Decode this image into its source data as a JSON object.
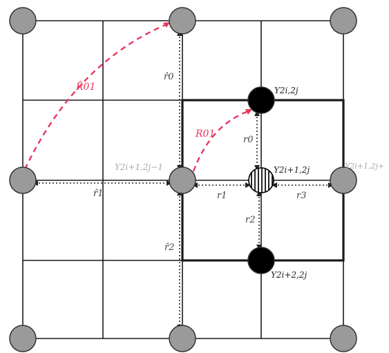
{
  "colors": {
    "grid": "#1a1a1a",
    "node_gray": "#9a9a9a",
    "node_black": "#000000",
    "dashed_red": "#e8365d",
    "label_dark": "#222222",
    "label_gray": "#aaaaaa",
    "label_pink": "#e8365d"
  },
  "labels": {
    "R01_outer": "R̂01",
    "R01_inner": "R01",
    "r0_hat": "r̂0",
    "r1_hat": "r̂1",
    "r2_hat": "r̂2",
    "r0": "r0",
    "r1": "r1",
    "r2": "r2",
    "r3": "r3",
    "Y_top": "Y2i,2j",
    "Y_mid": "Y2i+1,2j",
    "Y_bottom": "Y2i+2,2j",
    "Y_left": "Y2i+1,2j−1",
    "Y_right": "Y2i+1,2j+"
  }
}
